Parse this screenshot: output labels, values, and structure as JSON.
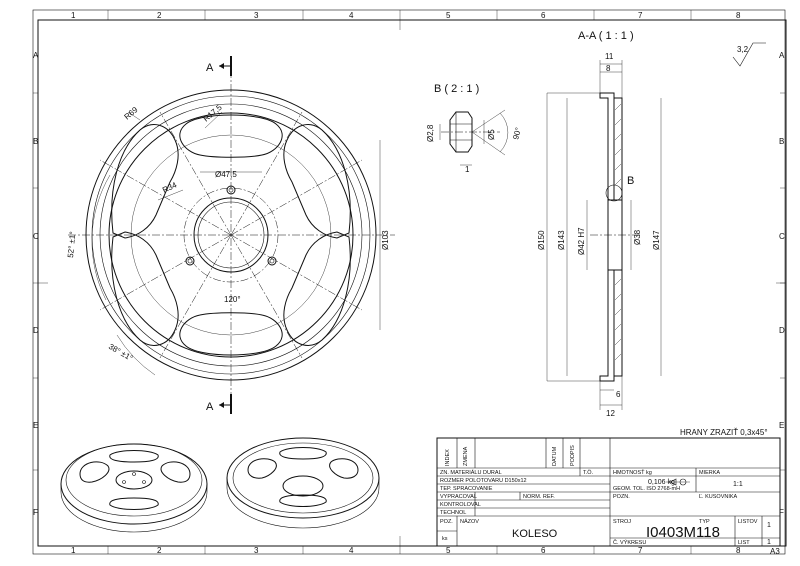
{
  "grid": {
    "columns": [
      "1",
      "2",
      "3",
      "4",
      "5",
      "6",
      "7",
      "8"
    ],
    "rows": [
      "A",
      "B",
      "C",
      "D",
      "E",
      "F"
    ]
  },
  "section": {
    "marker": "A",
    "view_title": "A-A ( 1 : 1 )",
    "detail_title": "B ( 2 : 1 )",
    "detail_marker": "B"
  },
  "roughness": "3,2",
  "front_dims": {
    "r69": "R69",
    "r17": "R17,5",
    "d47": "Ø47,5",
    "r34": "R34",
    "angle52": "52° ±1°",
    "angle38": "38° ±1°",
    "angle120": "120°",
    "d103": "Ø103"
  },
  "detail_dims": {
    "d28": "Ø2,8",
    "d5": "Ø5",
    "a90": "90°",
    "one": "1"
  },
  "section_dims": {
    "w11": "11",
    "w8": "8",
    "d150": "Ø150",
    "d143": "Ø143",
    "d42": "Ø42 H7",
    "d38": "Ø38",
    "d147": "Ø147",
    "w6": "6",
    "w12": "12"
  },
  "edge_note": "HRANY ZRAZIŤ 0,3x45°",
  "title_block": {
    "index": "INDEX",
    "zmena": "ZMENA",
    "datum": "DATUM",
    "podpis": "PODPIS",
    "material": "ZN. MATERIÁLU DURAL",
    "td": "T.Ö.",
    "rozmer": "ROZMER POLOTOVARU D150x12",
    "tep": "TEP. SPRACOVANIE",
    "vypracoval": "VYPRACOVAL",
    "norm": "NORM. REF.",
    "kontroloval": "KONTROLOVAL",
    "technol": "TECHNOL",
    "poz": "POZ.",
    "nazov": "NÁZOV",
    "ks": "ks",
    "name": "KOLESO",
    "hmotnost_label": "HMOTNOSŤ kg",
    "hmotnost": "0,106 kg",
    "mierka_label": "MIERKA",
    "mierka": "1:1",
    "geom": "GEOM. TOL. ISO 2768-mH",
    "pozn": "POZN.",
    "author": "Ľ. KUSOVNIKA",
    "stroj": "STROJ",
    "typ": "TYP",
    "listov_label": "LISTOV",
    "listov": "1",
    "number": "I0403M118",
    "vykresu": "Č. VÝKRESU",
    "list_label": "LIST",
    "list": "1",
    "format": "A3"
  }
}
